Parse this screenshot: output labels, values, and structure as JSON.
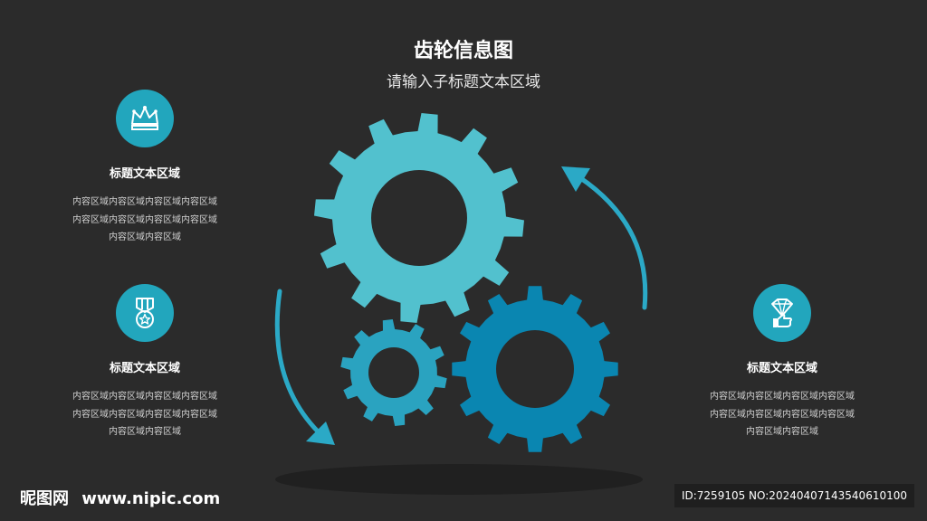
{
  "header": {
    "title": "齿轮信息图",
    "subtitle": "请输入子标题文本区域"
  },
  "features": [
    {
      "icon": "crown-icon",
      "title": "标题文本区域",
      "body": "内容区域内容区域内容区域内容区域\n内容区域内容区域内容区域内容区域\n内容区域内容区域"
    },
    {
      "icon": "medal-icon",
      "title": "标题文本区域",
      "body": "内容区域内容区域内容区域内容区域\n内容区域内容区域内容区域内容区域\n内容区域内容区域"
    },
    {
      "icon": "diamond-hand-icon",
      "title": "标题文本区域",
      "body": "内容区域内容区域内容区域内容区域\n内容区域内容区域内容区域内容区域\n内容区域内容区域"
    }
  ],
  "colors": {
    "background": "#2b2b2b",
    "gear_large": "#52c1ce",
    "gear_small": "#2aa3c0",
    "gear_medium": "#0a86b1",
    "arrow": "#2ba9c6",
    "icon_circle": "#22a6bd"
  },
  "watermark": {
    "brand": "昵图网",
    "site": "www.nipic.com",
    "id_text": "ID:7259105 NO:20240407143540610100"
  }
}
